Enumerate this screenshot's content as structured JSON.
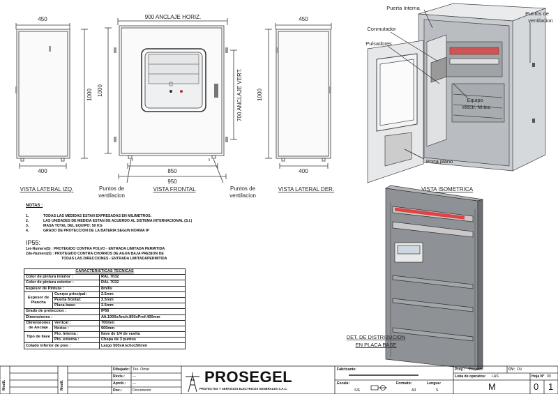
{
  "views": {
    "left": {
      "title": "VISTA LATERAL IZQ.",
      "dim_top": "450",
      "dim_bottom": "400",
      "dim_height": "1000"
    },
    "front": {
      "title": "VISTA FRONTAL",
      "dim_top": "900 ANCLAJE HORIZ.",
      "dim_height": "1000",
      "dim_vert": "700 ANCLAJE VERT.",
      "dim_bottom1": "850",
      "dim_bottom2": "950",
      "vent_left": [
        "Puntos de",
        "ventilacion"
      ],
      "vent_right": [
        "Puntos de",
        "ventilacion"
      ]
    },
    "right": {
      "title": "VISTA LATERAL DER.",
      "dim_top": "450",
      "dim_bottom": "400",
      "dim_height": "1000"
    },
    "iso": {
      "title": "VISTA ISOMETRICA",
      "labels": {
        "puerta_interna": "Puerta Interna",
        "conmutador": "Conmutador",
        "pulsadores": "Pulsadores",
        "puntos": [
          "Puntos de",
          "ventilacion"
        ],
        "equipo": [
          "Equipo",
          "electr. M.tec"
        ],
        "porta_plano": "Porta plano"
      }
    },
    "base": {
      "title": [
        "DET. DE DISTRIBUCION",
        "EN PLACA BASE"
      ]
    }
  },
  "notes": {
    "title": "NOTAS :",
    "items": [
      {
        "n": "1.",
        "t": "TODAS LAS MEDIDAS ESTAN EXPRESADAS EN MILIMETROS."
      },
      {
        "n": "2.",
        "t": "LAS UNIDADES DE MEDIDA ESTAN DE ACUERDO AL SISTEMA INTERNACIONAL (S.I.)"
      },
      {
        "n": "3.",
        "t": "MASA TOTAL DEL EQUIPO: 50 KG"
      },
      {
        "n": "4.",
        "t": "GRADO DE PROTECCION DE LA BATERIA SEGUN NORMA IP"
      }
    ]
  },
  "ip": {
    "title": "IP55:",
    "line1": "1er-Numero(5) : PROTEGIDO CONTRA POLVO - ENTRADA LIMITADA PERMITIDA",
    "line2": "2do-Numero(5) :   PROTEGIDO CONTRA CHORROS DE AGUA BAJA PRESION DE",
    "line3": "TODAS LAS DIRECCIONES - ENTRADA LIMITADAPERMITIDA"
  },
  "specs": {
    "title": "CARACTERISTICAS TECNICAS",
    "rows": {
      "color_int": [
        "Color de pintura interior :",
        "RAL 7032"
      ],
      "color_ext": [
        "Color de pintura exterior :",
        "RAL 7032"
      ],
      "esp_pintura": [
        "Espesor de Pintura :",
        "8mills"
      ],
      "esp_plancha": "Espesor de Plancha",
      "cuerpo": [
        "Cuerpo principal:",
        "2.5mm"
      ],
      "puerta": [
        "Puerta frontal:",
        "2.5mm"
      ],
      "placa": [
        "Placa base:",
        "2.5mm"
      ],
      "grado": [
        "Grado de proteccion :",
        "IP56"
      ],
      "dimensiones": [
        "Dimensiones :",
        "Alt.1000xAnch.850xProf.400mm"
      ],
      "dim_anclaje": "Dimensiones de Anclaje",
      "vertical": [
        "Vertical :",
        "700mm"
      ],
      "horizo": [
        "Horizo :",
        "900mm"
      ],
      "tipo_llave": "Tipo de llave",
      "pto_interna": [
        "Pto. Interna :",
        "llave de 1/4 de vuelta"
      ],
      "pto_externa": [
        "Pto. externa :",
        "Chapa de 3 puntos"
      ],
      "colado": [
        "Colado inferior de piso :",
        "Largo 500xAncho150mm"
      ]
    }
  },
  "title_block": {
    "modif1": "Modif.",
    "modif2": "Modif.",
    "dibujado": [
      "Dibujado:",
      "Teo. Omar"
    ],
    "revis": [
      "Revis.:",
      "—"
    ],
    "aprob": [
      "Aprob.:",
      "—"
    ],
    "doc": [
      "Doc.:",
      "Documento"
    ],
    "company": "PROSEGEL",
    "company_sub": "PROYECTOS Y SERVICIOS ELECTRICOS GENERALES S.A.C.",
    "fabricante": "Fabricante:",
    "escala": [
      "Escala:",
      "S/E"
    ],
    "formato": [
      "Formato:",
      "A3"
    ],
    "lengua": [
      "Lengua:",
      "S"
    ],
    "proy": [
      "Proy.:",
      "Proyecto"
    ],
    "ov": [
      "OV:",
      "OV"
    ],
    "lista": [
      "Lista de operatos:",
      "LAS"
    ],
    "letter": "M",
    "hoja": [
      "Hoja N°",
      "00"
    ],
    "hoja_num": [
      "0",
      "1"
    ]
  }
}
